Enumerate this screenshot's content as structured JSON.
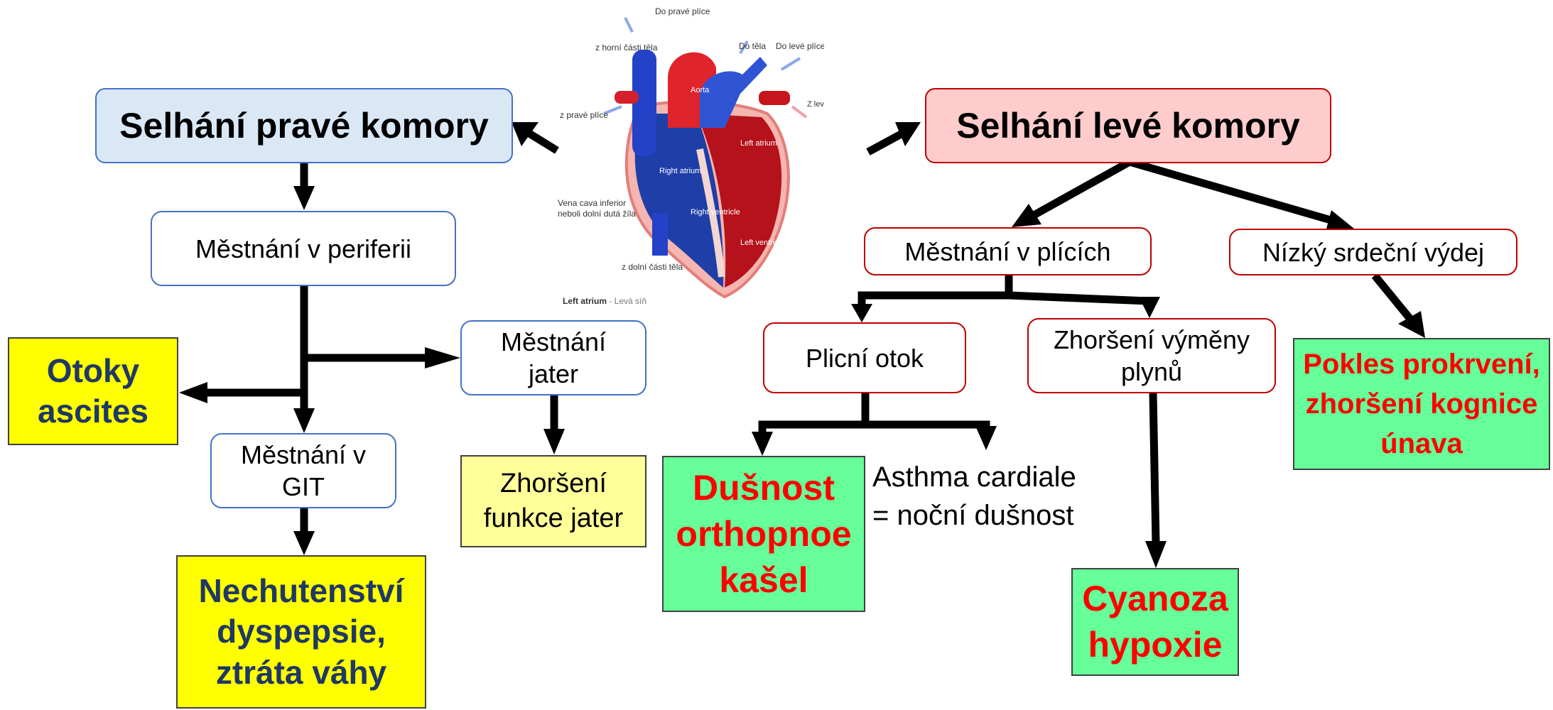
{
  "right_failure": {
    "title": "Selhání pravé komory",
    "congestion_periphery": "Městnání v periferii",
    "edema": "Otoky\nascites",
    "liver_congestion": "Městnání\njater",
    "liver_dysfunction": "Zhoršení\nfunkce jater",
    "git_congestion": "Městnání v\nGIT",
    "git_symptoms": "Nechutenství\ndyspepsie,\nztráta váhy"
  },
  "left_failure": {
    "title": "Selhání levé komory",
    "lung_congestion": "Městnání v plících",
    "low_output": "Nízký srdeční výdej",
    "pulmonary_edema": "Plicní otok",
    "gas_exchange": "Zhoršení výměny\nplynů",
    "dyspnea": "Dušnost\northopnoe\nkašel",
    "asthma_cardiale": "Asthma cardiale\n= noční dušnost",
    "cyanosis": "Cyanoza\nhypoxie",
    "perfusion": "Pokles prokrvení,\nzhoršení kognice\núnava"
  },
  "heart_image": {
    "labels": {
      "to_right_lung": "Do pravé plíce",
      "from_upper_body": "z horní části těla",
      "to_body": "Do těla",
      "to_left_lung": "Do levé plíce",
      "from_right_lung": "z pravé plíce",
      "from_left_lung": "Z levé plíce",
      "aorta": "Aorta",
      "left_atrium_inner": "Left atrium",
      "right_atrium": "Right atrium",
      "right_ventricle": "Right ventricle",
      "left_ventricle": "Left ventricle",
      "vena_cava_inferior": "Vena cava inferior\nneboli dolní dutá žíla",
      "from_lower_body": "z dolní části těla",
      "caption_bold": "Left atrium",
      "caption_rest": " - Levá síň"
    }
  },
  "colors": {
    "blue_border": "#4472c4",
    "red_border": "#c00000",
    "blue_header_fill": "#dae8f6",
    "red_header_fill": "#ffcccc",
    "yellow_fill": "#ffff00",
    "light_yellow_fill": "#ffff99",
    "green_fill": "#66ff99",
    "symptom_text_red": "#ff0000",
    "symptom_text_navy": "#1f3864"
  }
}
